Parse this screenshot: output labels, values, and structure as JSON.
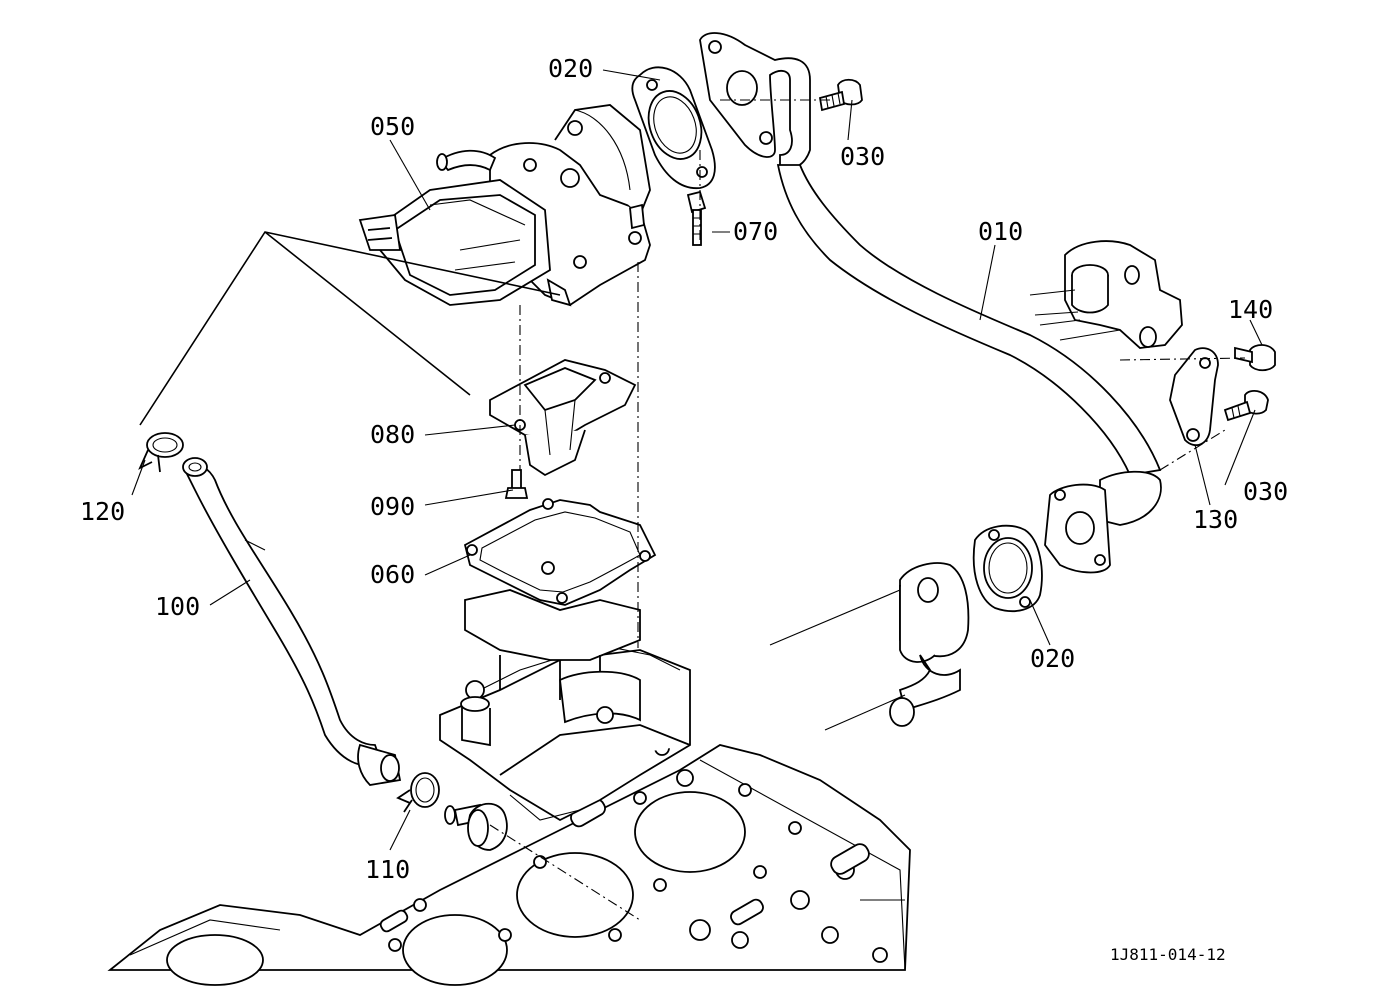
{
  "labels": {
    "p010": "010",
    "p020a": "020",
    "p020b": "020",
    "p030a": "030",
    "p030b": "030",
    "p050": "050",
    "p060": "060",
    "p070": "070",
    "p080": "080",
    "p090": "090",
    "p100": "100",
    "p110": "110",
    "p120": "120",
    "p130": "130",
    "p140": "140"
  },
  "drawing_code": "1J811-014-12"
}
